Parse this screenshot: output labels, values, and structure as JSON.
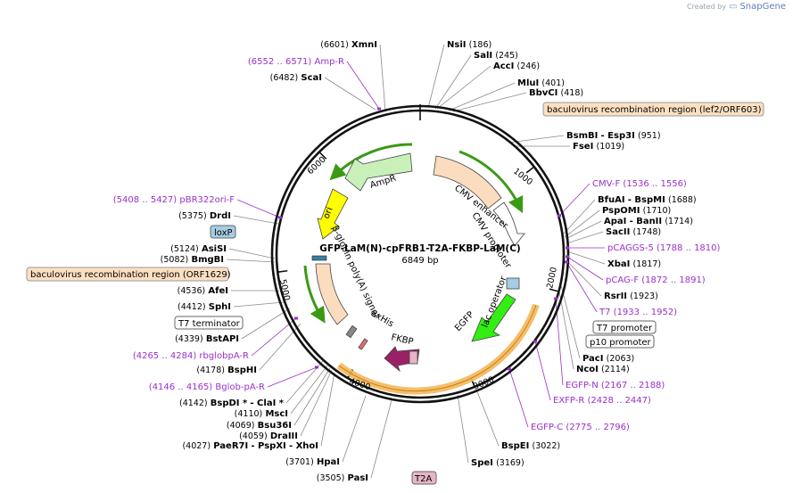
{
  "branding": {
    "created_by": "Created by",
    "product": "SnapGene"
  },
  "plasmid": {
    "name": "GFP-LaM(N)-cpFRB1-T2A-FKBP-LaM(C)",
    "length_label": "6849 bp"
  },
  "ticks": [
    "1000",
    "2000",
    "3000",
    "4000",
    "5000",
    "6000"
  ],
  "features_inner": {
    "ampr": "AmpR",
    "ori": "ori",
    "cmv_enhancer": "CMV enhancer",
    "cmv_promoter": "CMV promoter",
    "lac_operator": "lac operator",
    "egfp": "EGFP",
    "fkbp": "FKBP",
    "his": "8xHis",
    "polya": "β-globin poly(A) signal"
  },
  "colors": {
    "ampr": "#c8f0b8",
    "ori": "#ffff00",
    "cmv": "#fbdcbe",
    "egfp": "#33ee11",
    "fkbp": "#992266",
    "orange_band": "#f5b75a",
    "primer": "#9b30c8",
    "region_bg": "#fde0c2",
    "loxp_bg": "#a6cde3",
    "t2a_bg": "#e8b4c8"
  },
  "boxed_labels": {
    "baculo_lef2": "baculovirus recombination region (lef2/ORF603)",
    "baculo_orf1629": "baculovirus recombination region (ORF1629)",
    "loxp": "loxP",
    "t7_terminator": "T7 terminator",
    "t7_promoter": "T7 promoter",
    "p10_promoter": "p10 promoter",
    "t2a": "T2A"
  },
  "labels": [
    {
      "pos": "(6601)",
      "name": "XmnI"
    },
    {
      "pos": "(6552 .. 6571)",
      "name": "Amp-R"
    },
    {
      "pos": "(6482)",
      "name": "ScaI"
    },
    {
      "name": "NsiI",
      "pos": "(186)"
    },
    {
      "name": "SalI",
      "pos": "(245)"
    },
    {
      "name": "AccI",
      "pos": "(246)"
    },
    {
      "name": "MluI",
      "pos": "(401)"
    },
    {
      "name": "BbvCI",
      "pos": "(418)"
    },
    {
      "name": "BsmBI",
      "name2": "- Esp3I",
      "pos": "(951)"
    },
    {
      "name": "FseI",
      "pos": "(1019)"
    },
    {
      "name": "CMV-F",
      "pos": "(1536 .. 1556)"
    },
    {
      "name": "BfuAI",
      "name2": "- BspMI",
      "pos": "(1688)"
    },
    {
      "name": "PspOMI",
      "pos": "(1710)"
    },
    {
      "name": "ApaI",
      "name2": "- BanII",
      "pos": "(1714)"
    },
    {
      "name": "SacII",
      "pos": "(1748)"
    },
    {
      "name": "pCAGGS-5",
      "pos": "(1788 .. 1810)"
    },
    {
      "name": "XbaI",
      "pos": "(1817)"
    },
    {
      "name": "pCAG-F",
      "pos": "(1872 .. 1891)"
    },
    {
      "name": "RsrII",
      "pos": "(1923)"
    },
    {
      "name": "T7",
      "pos": "(1933 .. 1952)"
    },
    {
      "name": "PacI",
      "pos": "(2063)"
    },
    {
      "name": "NcoI",
      "pos": "(2114)"
    },
    {
      "name": "EGFP-N",
      "pos": "(2167 .. 2188)"
    },
    {
      "name": "EXFP-R",
      "pos": "(2428 .. 2447)"
    },
    {
      "name": "EGFP-C",
      "pos": "(2775 .. 2796)"
    },
    {
      "name": "BspEI",
      "pos": "(3022)"
    },
    {
      "name": "SpeI",
      "pos": "(3169)"
    },
    {
      "pos": "(5408 .. 5427)",
      "name": "pBR322ori-F"
    },
    {
      "pos": "(5375)",
      "name": "DrdI"
    },
    {
      "pos": "(5124)",
      "name": "AsiSI"
    },
    {
      "pos": "(5082)",
      "name": "BmgBI"
    },
    {
      "pos": "(4536)",
      "name": "AfeI"
    },
    {
      "pos": "(4412)",
      "name": "SphI"
    },
    {
      "pos": "(4339)",
      "name": "BstAPI"
    },
    {
      "pos": "(4265 .. 4284)",
      "name": "rbglobpA-R"
    },
    {
      "pos": "(4178)",
      "name": "BspHI"
    },
    {
      "pos": "(4146 .. 4165)",
      "name": "Bglob-pA-R"
    },
    {
      "pos": "(4142)",
      "name": "BspDI *",
      "name2": "- ClaI *"
    },
    {
      "pos": "(4110)",
      "name": "MscI"
    },
    {
      "pos": "(4069)",
      "name": "Bsu36I"
    },
    {
      "pos": "(4059)",
      "name": "DraIII"
    },
    {
      "pos": "(4027)",
      "name": "PaeR7I",
      "name2": "- PspXI",
      "name3": "- XhoI"
    },
    {
      "pos": "(3701)",
      "name": "HpaI"
    },
    {
      "pos": "(3505)",
      "name": "PasI"
    }
  ]
}
